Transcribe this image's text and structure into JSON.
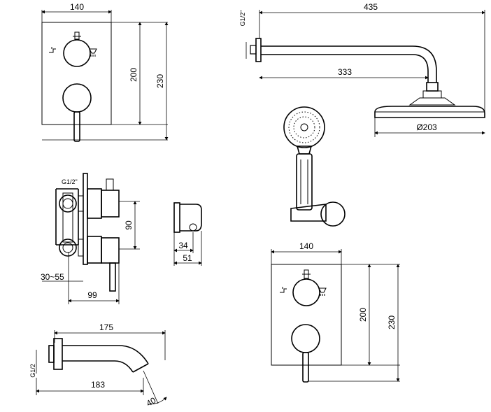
{
  "views": {
    "top_left_plate": {
      "width": "140",
      "height_inner": "200",
      "height_outer": "230"
    },
    "bottom_right_plate": {
      "width": "140",
      "height_inner": "200",
      "height_outer": "230"
    },
    "shower_arm": {
      "thread": "G1/2\"",
      "length_total": "435",
      "length_arm": "333",
      "head_diameter": "Ø203"
    },
    "side_body": {
      "thread": "G1/2\"",
      "depth_range": "30~55",
      "spacing": "90",
      "projection": "99"
    },
    "wall_outlet": {
      "inner": "34",
      "outer": "51"
    },
    "spout": {
      "length_top": "175",
      "length_bottom": "183",
      "thread": "G1/2",
      "angle": "40"
    }
  }
}
